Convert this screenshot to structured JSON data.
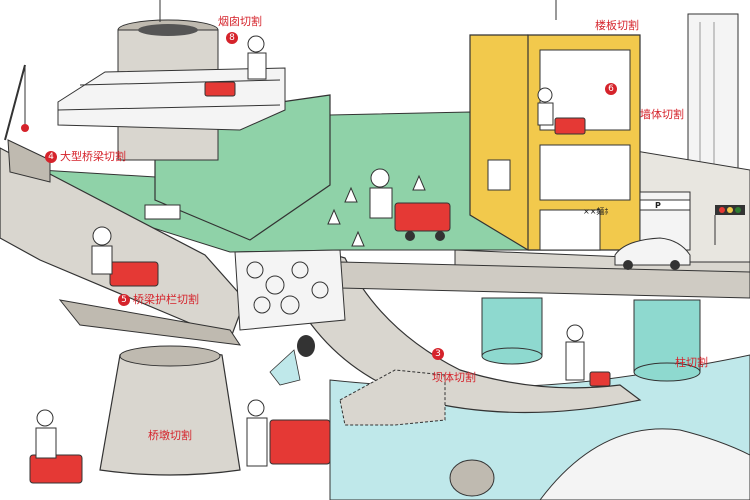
{
  "labels": {
    "chimney": {
      "num": "8",
      "text": "烟囱切割"
    },
    "floor_slab": {
      "text": "楼板切割"
    },
    "wall": {
      "num": "6",
      "text": "墙体切割"
    },
    "large_bridge": {
      "num": "4",
      "text": "大型桥梁切割"
    },
    "bridge_railing": {
      "num": "5",
      "text": "桥梁护栏切割"
    },
    "tunnel": {
      "num": "3",
      "text": "坝体切割"
    },
    "column": {
      "text": "柱切割"
    },
    "pier": {
      "text": "桥墩切割"
    }
  },
  "shop_sign": "××麺ﾎ",
  "parking_sign": "P",
  "colors": {
    "ground": "#8fd2a8",
    "building": "#f2c94c",
    "concrete": "#d9d6cf",
    "water": "#bfe8ea",
    "machine": "#e53935",
    "column": "#8ed9cf",
    "label": "#d5232b"
  }
}
